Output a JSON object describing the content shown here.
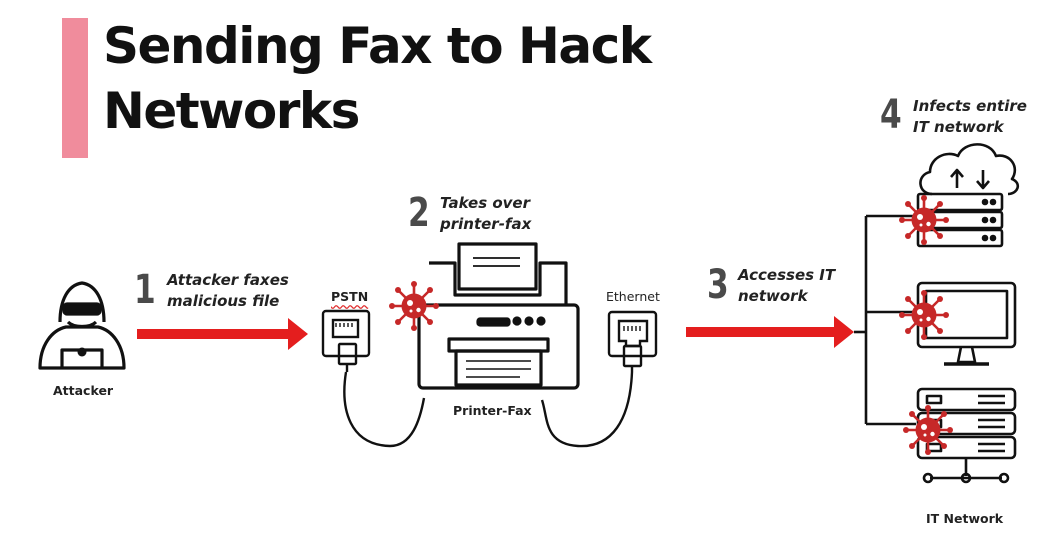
{
  "title": {
    "line1": "Sending Fax to Hack",
    "line2": "Networks"
  },
  "colors": {
    "accent": "#f08c9c",
    "arrow": "#e41e1e",
    "virus": "#c62828",
    "ink": "#111111",
    "step_number": "#4a4a4a"
  },
  "steps": [
    {
      "number": "1",
      "line1": "Attacker faxes",
      "line2": "malicious file"
    },
    {
      "number": "2",
      "line1": "Takes over",
      "line2": "printer-fax"
    },
    {
      "number": "3",
      "line1": "Accesses IT",
      "line2": "network"
    },
    {
      "number": "4",
      "line1": "Infects entire",
      "line2": "IT network"
    }
  ],
  "labels": {
    "attacker": "Attacker",
    "pstn": "PSTN",
    "printer_fax": "Printer-Fax",
    "ethernet": "Ethernet",
    "it_network": "IT Network"
  },
  "icons": [
    "hacker-icon",
    "phone-jack-icon",
    "printer-fax-icon",
    "ethernet-port-icon",
    "cloud-server-icon",
    "monitor-icon",
    "server-rack-icon",
    "virus-icon"
  ]
}
